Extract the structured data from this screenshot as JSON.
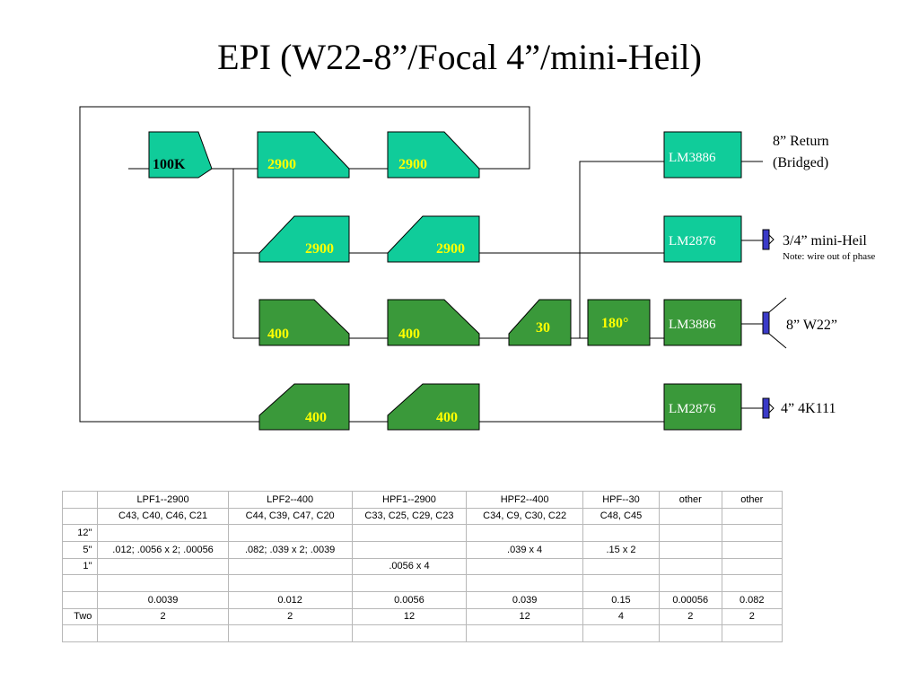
{
  "title": "EPI (W22-8”/Focal 4”/mini-Heil)",
  "colors": {
    "teal": "#10cc9a",
    "green": "#3a993a",
    "yellow_text": "#ffff00",
    "speaker": "#3a3ac8",
    "wire": "#000000"
  },
  "blocks": {
    "in_100k": "100K",
    "lpf1_a": "2900",
    "lpf1_b": "2900",
    "hpf1_a": "2900",
    "hpf1_b": "2900",
    "lpf2_a": "400",
    "lpf2_b": "400",
    "hpf30": "30",
    "phase": "180°",
    "hpf2_a": "400",
    "hpf2_b": "400"
  },
  "amps": [
    "LM3886",
    "LM2876",
    "LM3886",
    "LM2876"
  ],
  "outputs": {
    "out1_line1": "8” Return",
    "out1_line2": "(Bridged)",
    "out2": "3/4” mini-Heil",
    "out2_note": "Note:  wire out of phase",
    "out3": "8” W22”",
    "out4": "4” 4K111"
  },
  "table": {
    "rows": [
      [
        "",
        "LPF1--2900",
        "LPF2--400",
        "HPF1--2900",
        "HPF2--400",
        "HPF--30",
        "other",
        "other"
      ],
      [
        "",
        "C43, C40, C46, C21",
        "C44, C39, C47, C20",
        "C33, C25, C29, C23",
        "C34, C9, C30, C22",
        "C48, C45",
        "",
        ""
      ],
      [
        "12\"",
        "",
        "",
        "",
        "",
        "",
        "",
        ""
      ],
      [
        "5\"",
        ".012;  .0056 x 2; .00056",
        ".082; .039 x 2; .0039",
        "",
        ".039 x 4",
        ".15 x 2",
        "",
        ""
      ],
      [
        "1\"",
        "",
        "",
        ".0056 x 4",
        "",
        "",
        "",
        ""
      ],
      [
        "",
        "",
        "",
        "",
        "",
        "",
        "",
        ""
      ],
      [
        "",
        "0.0039",
        "0.012",
        "0.0056",
        "0.039",
        "0.15",
        "0.00056",
        "0.082"
      ],
      [
        "Two",
        "2",
        "2",
        "12",
        "12",
        "4",
        "2",
        "2"
      ],
      [
        "",
        "",
        "",
        "",
        "",
        "",
        "",
        ""
      ]
    ]
  }
}
